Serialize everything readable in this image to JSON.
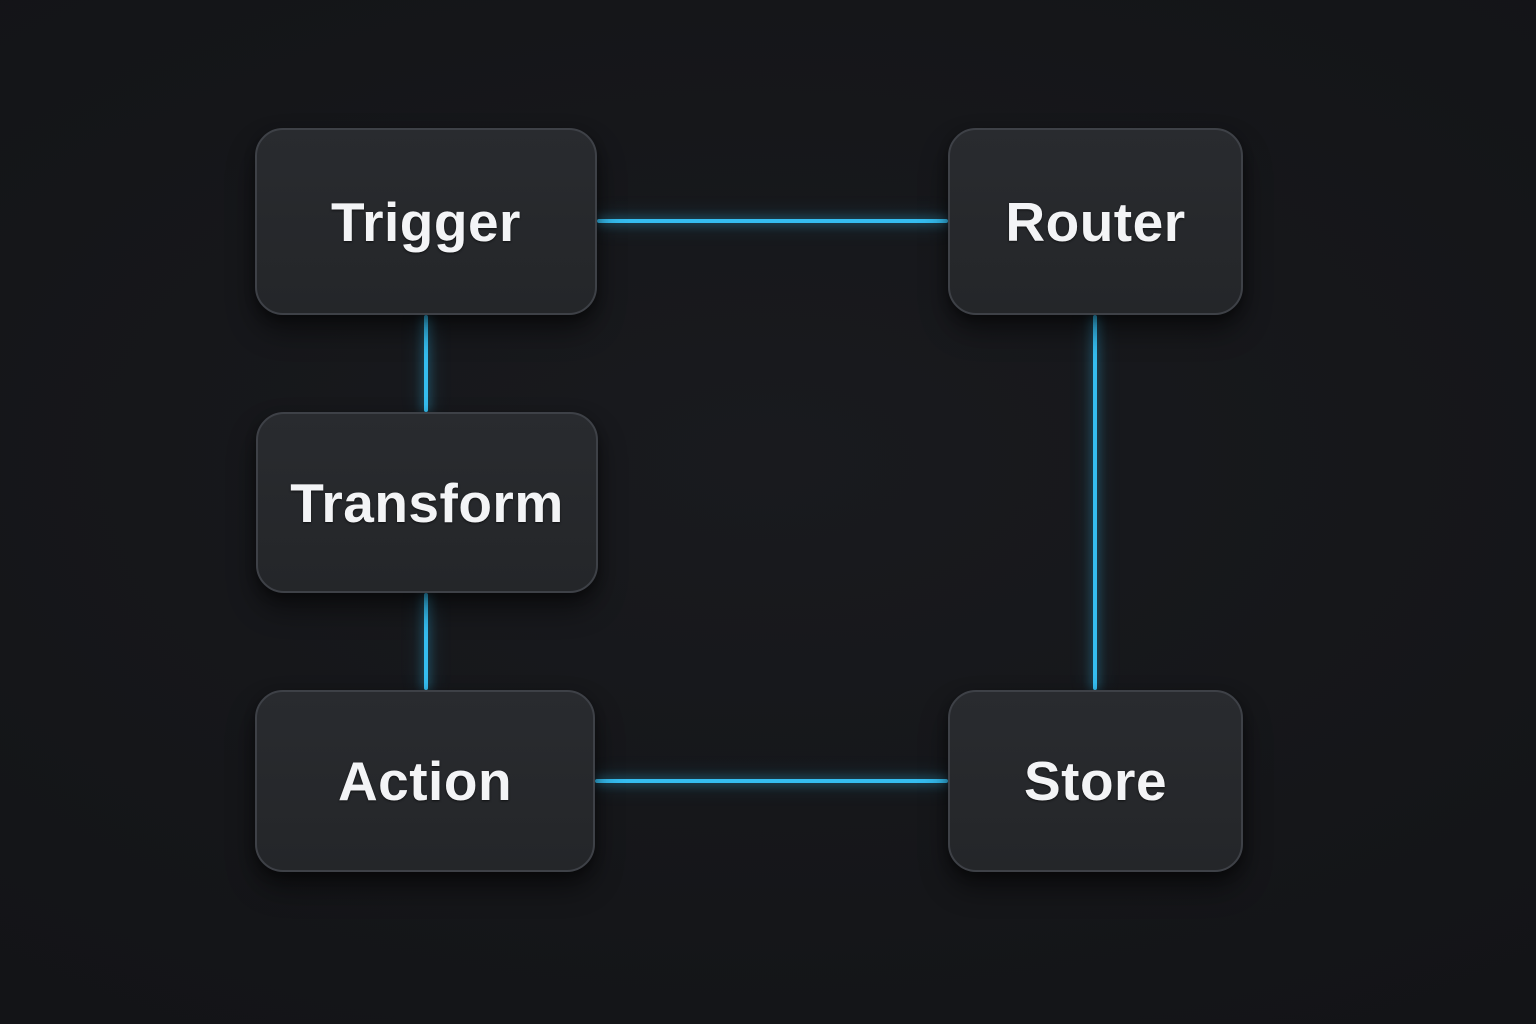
{
  "diagram": {
    "nodes": [
      {
        "id": "trigger",
        "label": "Trigger"
      },
      {
        "id": "router",
        "label": "Router"
      },
      {
        "id": "transform",
        "label": "Transform"
      },
      {
        "id": "action",
        "label": "Action"
      },
      {
        "id": "store",
        "label": "Store"
      }
    ],
    "edges": [
      {
        "from": "trigger",
        "to": "router"
      },
      {
        "from": "trigger",
        "to": "transform"
      },
      {
        "from": "transform",
        "to": "action"
      },
      {
        "from": "action",
        "to": "store"
      },
      {
        "from": "router",
        "to": "store"
      }
    ],
    "colors": {
      "background": "#141518",
      "node_fill": "#26282c",
      "node_border": "#3e4147",
      "connector": "#35bdf0",
      "text": "#f3f4f6"
    }
  }
}
